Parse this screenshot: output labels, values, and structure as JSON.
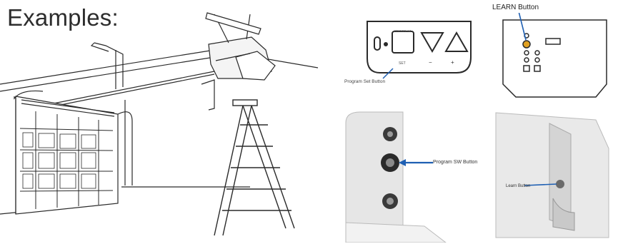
{
  "page": {
    "heading": "Examples:"
  },
  "examples": {
    "garage_illustration": {
      "name": "garage-door-opener-illustration"
    },
    "program_panel": {
      "program_text": "PROGRAM",
      "set_text": "SET",
      "minus_text": "−",
      "plus_text": "+",
      "callout": "Program Set Button"
    },
    "learn_panel": {
      "title": "LEARN Button"
    },
    "side_panel": {
      "callout": "Program SW Button"
    },
    "photo_panel": {
      "callout": "Learn Button"
    }
  },
  "colors": {
    "line": "#2a2a2a",
    "callout_arrow": "#1e5fb3",
    "learn_led": "#e0a020",
    "panel_gray": "#d9d9d9"
  }
}
